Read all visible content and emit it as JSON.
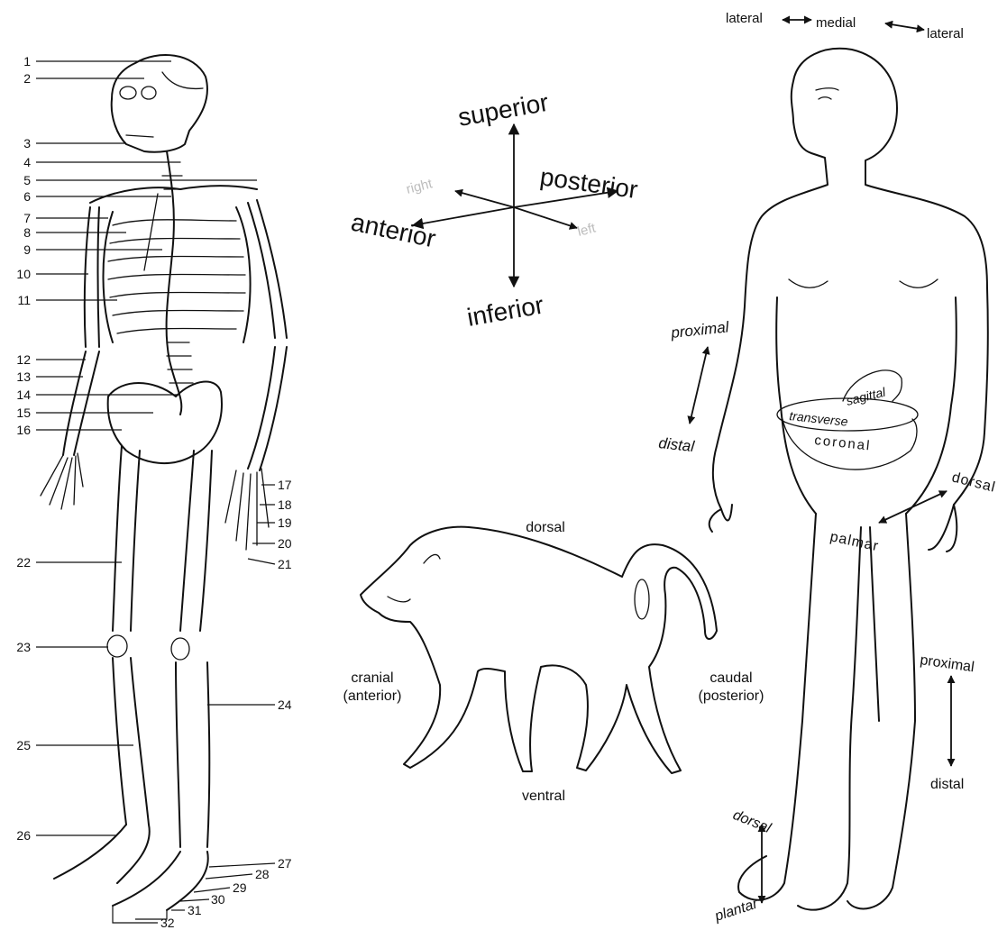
{
  "skeleton": {
    "callouts": [
      "1",
      "2",
      "3",
      "4",
      "5",
      "6",
      "7",
      "8",
      "9",
      "10",
      "11",
      "12",
      "13",
      "14",
      "15",
      "16",
      "17",
      "18",
      "19",
      "20",
      "21",
      "22",
      "23",
      "24",
      "25",
      "26",
      "27",
      "28",
      "29",
      "30",
      "31",
      "32"
    ]
  },
  "compass": {
    "superior": "superior",
    "inferior": "inferior",
    "anterior": "anterior",
    "posterior": "posterior",
    "right": "right",
    "left": "left"
  },
  "baboon": {
    "dorsal": "dorsal",
    "ventral": "ventral",
    "cranial": "cranial",
    "cranial_paren": "(anterior)",
    "caudal": "caudal",
    "caudal_paren": "(posterior)"
  },
  "human": {
    "lateral_left": "lateral",
    "medial": "medial",
    "lateral_right": "lateral",
    "arm_proximal": "proximal",
    "arm_distal": "distal",
    "sagittal": "sagittal",
    "transverse": "transverse",
    "coronal": "coronal",
    "hand_dorsal": "dorsal",
    "palmar": "palmar",
    "leg_proximal": "proximal",
    "leg_distal": "distal",
    "foot_dorsal": "dorsal",
    "plantar": "plantar"
  }
}
